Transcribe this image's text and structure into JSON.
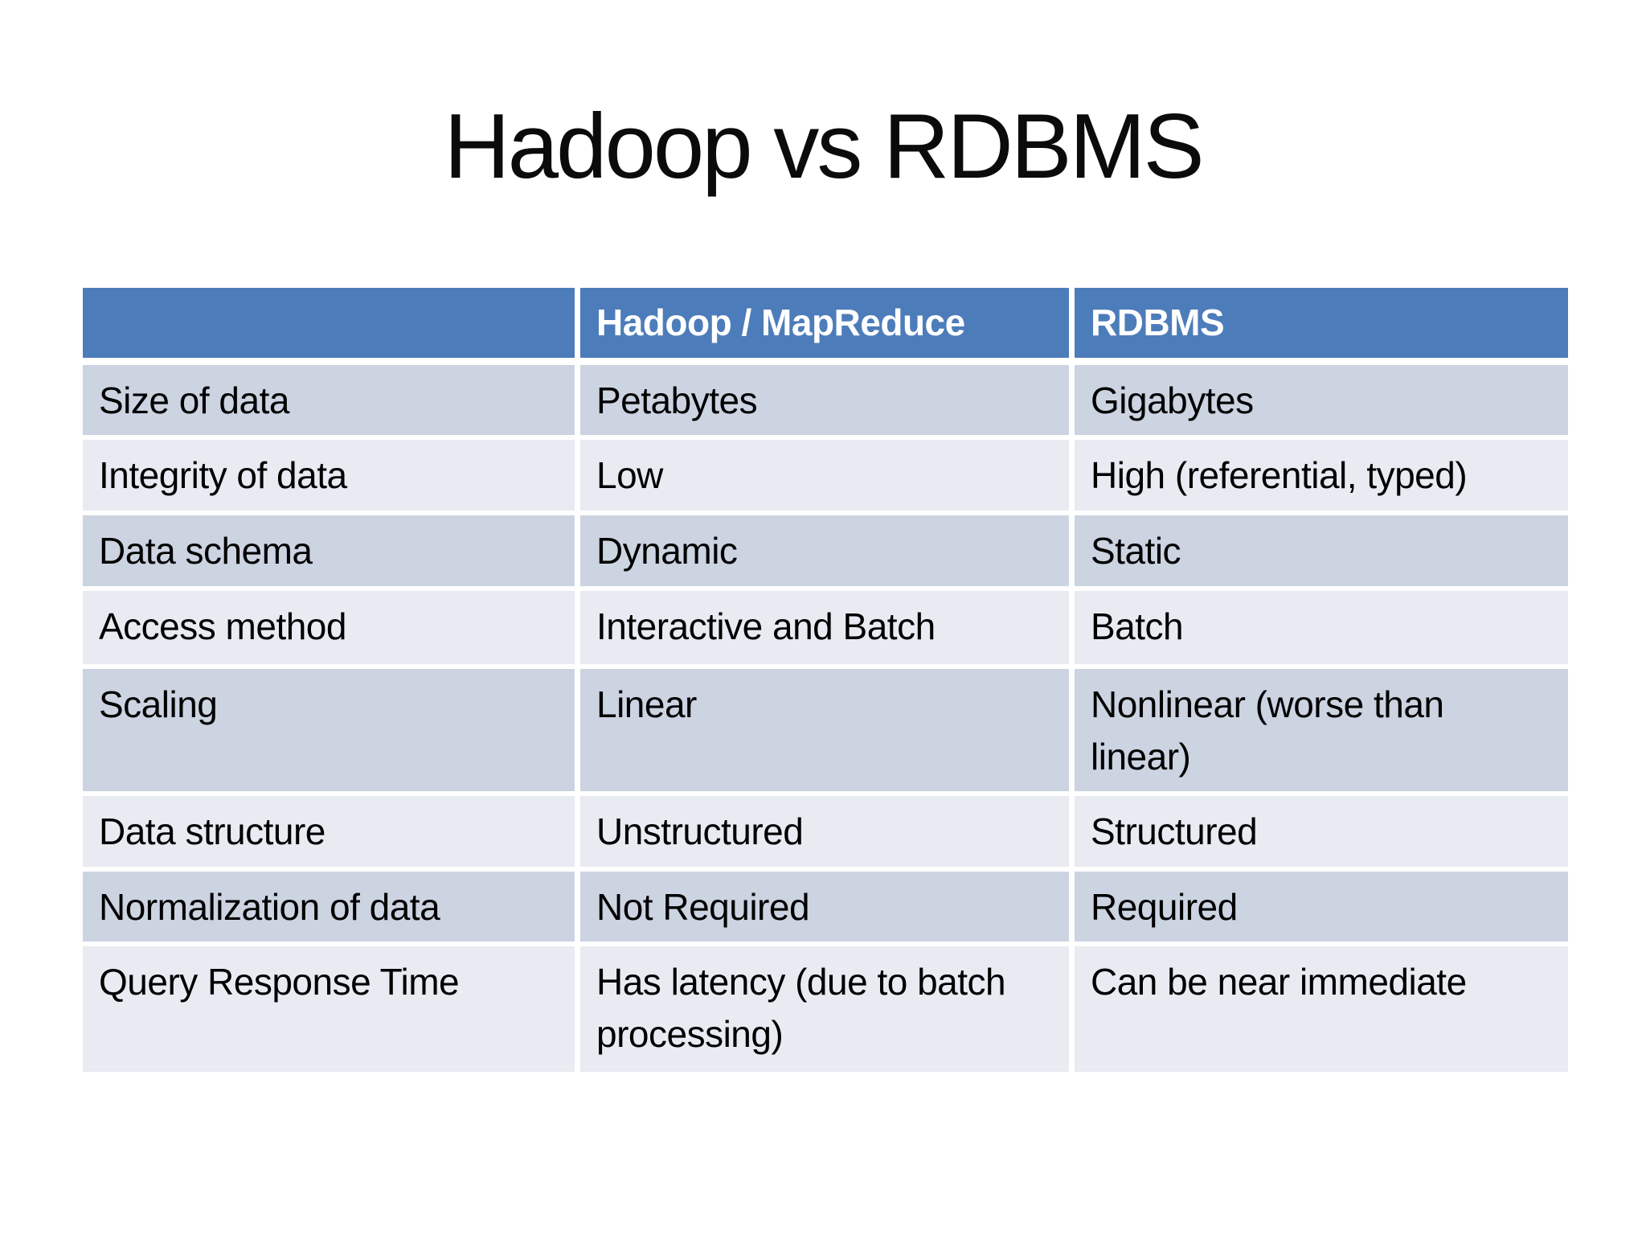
{
  "slide": {
    "title": "Hadoop vs RDBMS"
  },
  "table": {
    "columns": [
      "",
      "Hadoop / MapReduce",
      "RDBMS"
    ],
    "rows": [
      {
        "label": "Size of data",
        "hadoop": "Petabytes",
        "rdbms": "Gigabytes"
      },
      {
        "label": "Integrity of data",
        "hadoop": "Low",
        "rdbms": "High (referential, typed)"
      },
      {
        "label": "Data schema",
        "hadoop": "Dynamic",
        "rdbms": "Static"
      },
      {
        "label": "Access method",
        "hadoop": "Interactive and Batch",
        "rdbms": "Batch"
      },
      {
        "label": "Scaling",
        "hadoop": "Linear",
        "rdbms": "Nonlinear (worse than linear)"
      },
      {
        "label": "Data structure",
        "hadoop": "Unstructured",
        "rdbms": "Structured"
      },
      {
        "label": "Normalization of data",
        "hadoop": "Not Required",
        "rdbms": "Required"
      },
      {
        "label": "Query Response Time",
        "hadoop": "Has latency (due to batch processing)",
        "rdbms": "Can be near immediate"
      }
    ]
  },
  "colors": {
    "header_bg": "#4d7cba",
    "header_text": "#ffffff",
    "band_dark": "#ccd3e1",
    "band_light": "#e9ebf2",
    "body_text": "#000000",
    "slide_bg": "#ffffff"
  }
}
